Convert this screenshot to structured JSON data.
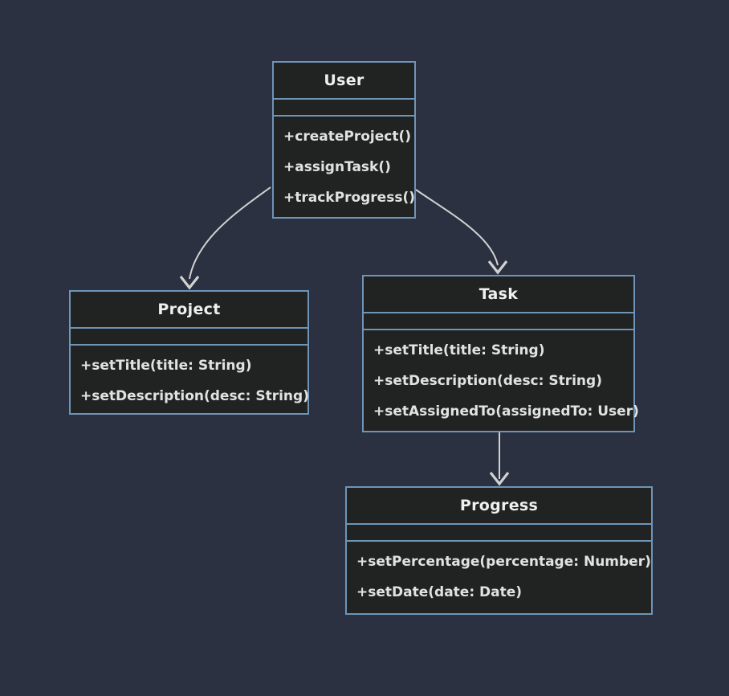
{
  "diagram": {
    "type": "uml-class-diagram",
    "colors": {
      "background": "#2b3140",
      "box_fill": "#212222",
      "border_color": "#6e94b8",
      "title_color": "#efefef",
      "method_color": "#e2e2e2",
      "arrow_color": "#d2d2d2"
    },
    "classes": [
      {
        "name": "User",
        "attributes": [],
        "methods": [
          "+createProject()",
          "+assignTask()",
          "+trackProgress()"
        ]
      },
      {
        "name": "Project",
        "attributes": [],
        "methods": [
          "+setTitle(title: String)",
          "+setDescription(desc: String)"
        ]
      },
      {
        "name": "Task",
        "attributes": [],
        "methods": [
          "+setTitle(title: String)",
          "+setDescription(desc: String)",
          "+setAssignedTo(assignedTo: User)"
        ]
      },
      {
        "name": "Progress",
        "attributes": [],
        "methods": [
          "+setPercentage(percentage: Number)",
          "+setDate(date: Date)"
        ]
      }
    ],
    "relations": [
      {
        "from": "User",
        "to": "Project",
        "style": "curved-open-arrow"
      },
      {
        "from": "User",
        "to": "Task",
        "style": "curved-open-arrow"
      },
      {
        "from": "Task",
        "to": "Progress",
        "style": "straight-open-arrow"
      }
    ]
  }
}
